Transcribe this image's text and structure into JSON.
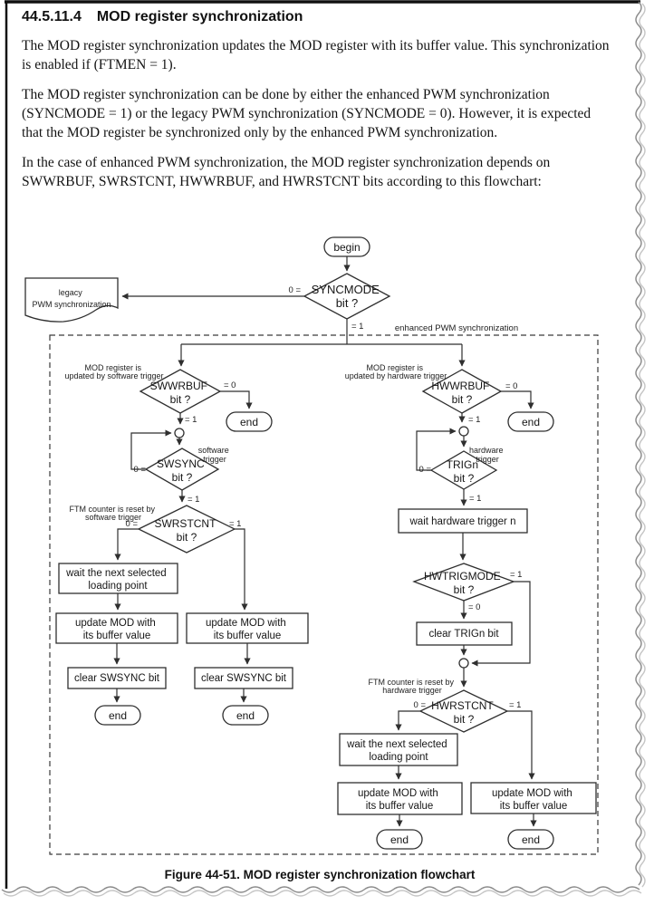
{
  "page": {
    "heading_number": "44.5.11.4",
    "heading_title": "MOD register synchronization",
    "paragraphs": [
      "The MOD register synchronization updates the MOD register with its buffer value. This synchronization is enabled if (FTMEN = 1).",
      "The MOD register synchronization can be done by either the enhanced PWM synchronization (SYNCMODE = 1) or the legacy PWM synchronization (SYNCMODE = 0). However, it is expected that the MOD register be synchronized only by the enhanced PWM synchronization.",
      "In the case of enhanced PWM synchronization, the MOD register synchronization depends on SWWRBUF, SWRSTCNT, HWWRBUF, and HWRSTCNT bits according to this flowchart:"
    ],
    "caption": "Figure 44-51. MOD register synchronization flowchart"
  },
  "flowchart": {
    "nodes": {
      "begin": "begin",
      "end": "end",
      "syncmode": [
        "SYNCMODE",
        "bit ?"
      ],
      "legacy": [
        "legacy",
        "PWM synchronization"
      ],
      "swwrbuf": [
        "SWWRBUF",
        "bit ?"
      ],
      "swsync": [
        "SWSYNC",
        "bit ?"
      ],
      "swrstcnt": [
        "SWRSTCNT",
        "bit ?"
      ],
      "hwwrbuf": [
        "HWWRBUF",
        "bit ?"
      ],
      "trign": [
        "TRIGn",
        "bit ?"
      ],
      "hwtrigmode": [
        "HWTRIGMODE",
        "bit ?"
      ],
      "hwrstcnt": [
        "HWRSTCNT",
        "bit ?"
      ],
      "wait_loading": [
        "wait the next selected",
        "loading point"
      ],
      "update_mod": [
        "update MOD with",
        "its buffer value"
      ],
      "clear_swsync": "clear SWSYNC bit",
      "clear_trign": "clear TRIGn bit",
      "wait_hw_trigger_n": "wait hardware trigger n"
    },
    "labels": {
      "zero_eq": "0 =",
      "eq_zero": "= 0",
      "eq_one": "= 1"
    },
    "annotations": {
      "enhanced": "enhanced PWM synchronization",
      "mod_sw": [
        "MOD register is",
        "updated by software trigger"
      ],
      "mod_hw": [
        "MOD register is",
        "updated by hardware trigger"
      ],
      "sw_trigger": [
        "software",
        "trigger"
      ],
      "hw_trigger": [
        "hardware",
        "trigger"
      ],
      "ftm_sw": [
        "FTM counter is reset by",
        "software trigger"
      ],
      "ftm_hw": [
        "FTM counter is reset by",
        "hardware trigger"
      ]
    }
  }
}
